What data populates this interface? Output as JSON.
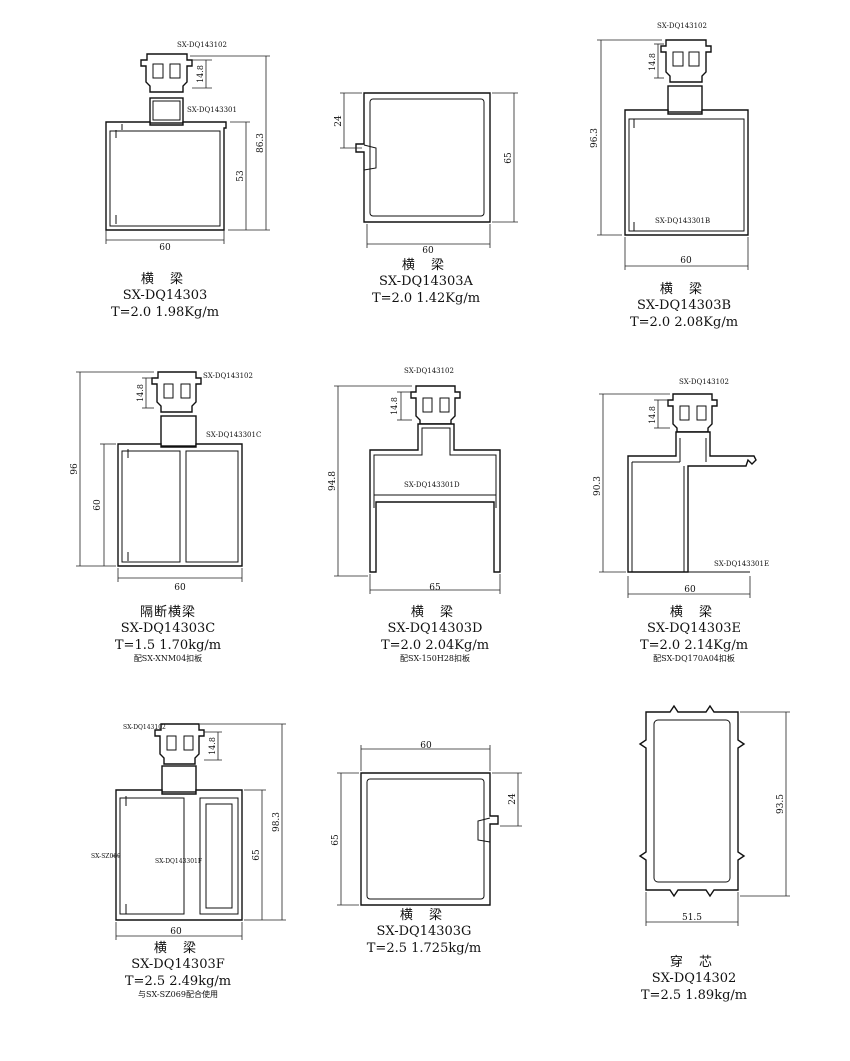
{
  "profiles": [
    {
      "name": "横 梁",
      "code": "SX-DQ14303",
      "spec": "T=2.0 1.98Kg/m",
      "parts": [
        "SX-DQ143102",
        "SX-DQ143301"
      ],
      "dims": [
        "60",
        "53",
        "86.3",
        "14.8"
      ]
    },
    {
      "name": "横 梁",
      "code": "SX-DQ14303A",
      "spec": "T=2.0 1.42Kg/m",
      "dims": [
        "60",
        "65",
        "24"
      ]
    },
    {
      "name": "横 梁",
      "code": "SX-DQ14303B",
      "spec": "T=2.0 2.08Kg/m",
      "parts": [
        "SX-DQ143102",
        "SX-DQ143301B"
      ],
      "dims": [
        "60",
        "96.3",
        "14.8"
      ]
    },
    {
      "name": "隔断横梁",
      "code": "SX-DQ14303C",
      "spec": "T=1.5 1.70kg/m",
      "note": "配SX-XNM04扣板",
      "parts": [
        "SX-DQ143102",
        "SX-DQ143301C"
      ],
      "dims": [
        "60",
        "60",
        "96",
        "14.8"
      ]
    },
    {
      "name": "横 梁",
      "code": "SX-DQ14303D",
      "spec": "T=2.0 2.04Kg/m",
      "note": "配SX-150H28扣板",
      "parts": [
        "SX-DQ143102",
        "SX-DQ143301D"
      ],
      "dims": [
        "65",
        "94.8",
        "14.8"
      ]
    },
    {
      "name": "横 梁",
      "code": "SX-DQ14303E",
      "spec": "T=2.0 2.14Kg/m",
      "note": "配SX-DQ170A04扣板",
      "parts": [
        "SX-DQ143102",
        "SX-DQ143301E"
      ],
      "dims": [
        "60",
        "90.3",
        "14.8"
      ]
    },
    {
      "name": "横 梁",
      "code": "SX-DQ14303F",
      "spec": "T=2.5 2.49kg/m",
      "note": "与SX-SZ069配合使用",
      "parts": [
        "SX-DQ143102",
        "SX-SZ069",
        "SX-DQ143301F"
      ],
      "dims": [
        "60",
        "65",
        "98.3",
        "14.8"
      ]
    },
    {
      "name": "横 梁",
      "code": "SX-DQ14303G",
      "spec": "T=2.5 1.725kg/m",
      "dims": [
        "60",
        "65",
        "24"
      ]
    },
    {
      "name": "穿 芯",
      "code": "SX-DQ14302",
      "spec": "T=2.5 1.89kg/m",
      "dims": [
        "51.5",
        "93.5"
      ]
    }
  ]
}
